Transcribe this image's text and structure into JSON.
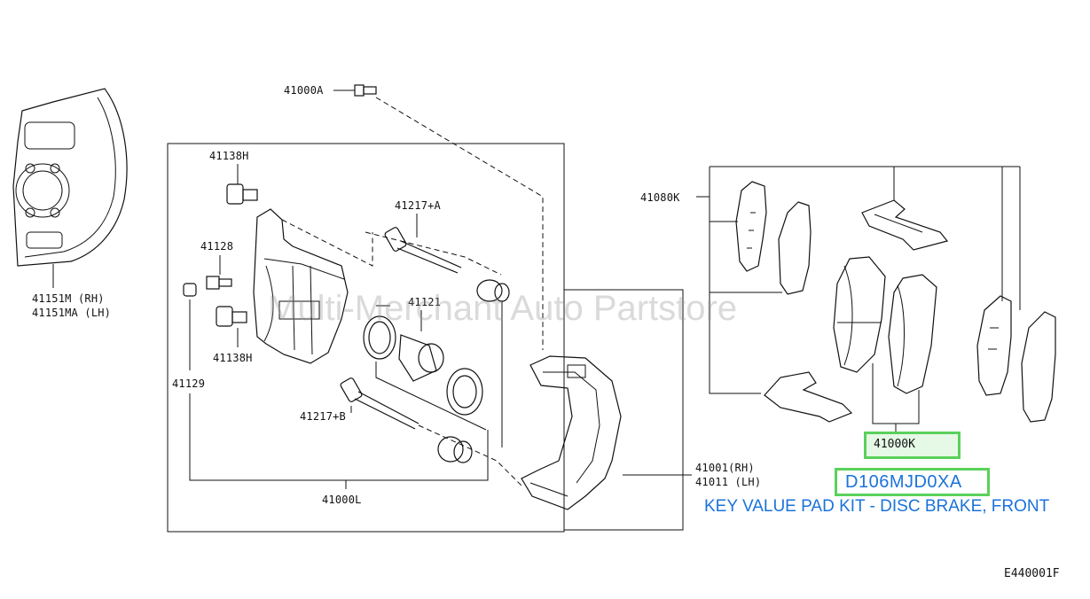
{
  "labels": {
    "l41000A": "41000A",
    "l41138H_top": "41138H",
    "l41217A": "41217+A",
    "l41128": "41128",
    "l41121": "41121",
    "l41138H_bot": "41138H",
    "l41129": "41129",
    "l41217B": "41217+B",
    "l41000L": "41000L",
    "l41080K": "41080K",
    "l41151M": "41151M  (RH)",
    "l41151MA": "41151MA (LH)",
    "l41001": "41001(RH)",
    "l41011": "41011 (LH)",
    "l41000K": "41000K"
  },
  "highlight": {
    "part_code": "D106MJD0XA",
    "description": "KEY VALUE PAD KIT - DISC BRAKE, FRONT",
    "box_color": "#5ad15a",
    "text_color": "#1a73d9"
  },
  "watermark": "Multi-Merchant Auto Partstore",
  "diagram_ref": "E440001F"
}
